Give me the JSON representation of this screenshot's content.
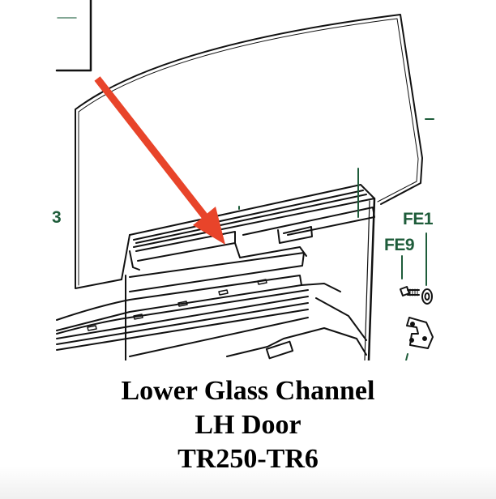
{
  "diagram": {
    "subject": "door-glass-and-lower-channel-exploded-view",
    "callouts": [
      {
        "id": "fe1",
        "label": "FE1"
      },
      {
        "id": "fe9",
        "label": "FE9"
      },
      {
        "id": "partial-left",
        "label": "3"
      }
    ],
    "highlight_arrow": {
      "color": "#e8442a",
      "points_to": "lower-glass-channel"
    },
    "colors": {
      "line": "#111111",
      "callout_text": "#1e5c3a",
      "arrow": "#e8442a"
    }
  },
  "caption": {
    "line1": "Lower Glass Channel",
    "line2": "LH Door",
    "line3": "TR250-TR6"
  }
}
